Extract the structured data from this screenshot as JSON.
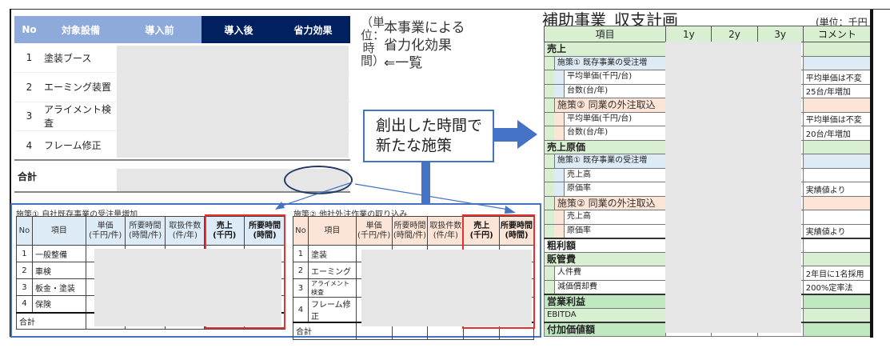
{
  "equipment_table": {
    "headers": [
      "No",
      "対象設備",
      "導入前",
      "導入後",
      "省力効果"
    ],
    "header_colors": [
      "#8eaadb",
      "#8eaadb",
      "#8eaadb",
      "#002060",
      "#002060"
    ],
    "rows": [
      {
        "no": "1",
        "name": "塗装ブース"
      },
      {
        "no": "2",
        "name": "エーミング装置"
      },
      {
        "no": "3",
        "name": "アライメント検査"
      },
      {
        "no": "4",
        "name": "フレーム修正"
      }
    ],
    "total_label": "合計"
  },
  "unit_note": "（単位：時間）",
  "note_lines": [
    "本事業による",
    "省力化効果",
    "⇐一覧"
  ],
  "callout_lines": [
    "創出した時間で",
    "新たな施策"
  ],
  "measure1": {
    "title": "施策①  自社既存事業の受注量増加",
    "headers": [
      "No",
      "項目",
      "単価\n(千円/件)",
      "所要時間\n(時間/件)",
      "取扱件数\n(件/年)",
      "売上\n(千円)",
      "所要時間\n(時間)"
    ],
    "rows": [
      {
        "no": "1",
        "name": "一般整備"
      },
      {
        "no": "2",
        "name": "車検"
      },
      {
        "no": "3",
        "name": "板金・塗装"
      },
      {
        "no": "4",
        "name": "保険"
      }
    ],
    "total_label": "合計",
    "header_bg": "#ddebf7"
  },
  "measure2": {
    "title": "施策②  他社外注作業の取り込み",
    "headers": [
      "No",
      "項目",
      "単価\n(千円/件)",
      "所要時間\n(時間/件)",
      "取扱件数\n(件/年)",
      "売上\n(千円)",
      "所要時間\n(時間)"
    ],
    "rows": [
      {
        "no": "1",
        "name": "塗装"
      },
      {
        "no": "2",
        "name": "エーミング"
      },
      {
        "no": "3",
        "name": "アライメント検査"
      },
      {
        "no": "4",
        "name": "フレーム修正"
      }
    ],
    "total_label": "合計",
    "header_bg": "#fce4d6"
  },
  "plan": {
    "title": "補助事業_収支計画",
    "unit": "(単位：千円",
    "headers": [
      "項目",
      "1y",
      "2y",
      "3y",
      "コメント"
    ],
    "rows": [
      {
        "label": "売上",
        "type": "top",
        "comment": ""
      },
      {
        "label": "施策①  既存事業の受注増",
        "type": "m1",
        "comment": ""
      },
      {
        "label": "平均単価(千円/台)",
        "type": "m1sub",
        "comment": "平均単価は不変"
      },
      {
        "label": "台数(台/年)",
        "type": "m1sub",
        "comment": "25台/年増加"
      },
      {
        "label": "施策②  同業の外注取込",
        "type": "m2",
        "comment": ""
      },
      {
        "label": "平均単価(千円/台)",
        "type": "m2sub",
        "comment": "平均単価は不変"
      },
      {
        "label": "台数(台/年)",
        "type": "m2sub",
        "comment": "20台/年増加"
      },
      {
        "label": "売上原価",
        "type": "top",
        "comment": ""
      },
      {
        "label": "施策①  既存事業の受注増",
        "type": "m1",
        "comment": ""
      },
      {
        "label": "売上高",
        "type": "m1sub",
        "comment": ""
      },
      {
        "label": "原価率",
        "type": "m1sub",
        "comment": "実績値より"
      },
      {
        "label": "施策②  同業の外注取込",
        "type": "m2",
        "comment": ""
      },
      {
        "label": "売上高",
        "type": "m2sub",
        "comment": ""
      },
      {
        "label": "原価率",
        "type": "m2sub",
        "comment": "実績値より"
      },
      {
        "label": "粗利額",
        "type": "white",
        "comment": ""
      },
      {
        "label": "販管費",
        "type": "top",
        "comment": ""
      },
      {
        "label": "人件費",
        "type": "gsub",
        "comment": "2年目に1名採用"
      },
      {
        "label": "減価償却費",
        "type": "gsub",
        "comment": "200%定率法"
      },
      {
        "label": "営業利益",
        "type": "strong",
        "comment": ""
      },
      {
        "label": "EBITDA",
        "type": "light",
        "comment": ""
      },
      {
        "label": "付加価値額",
        "type": "strong",
        "comment": ""
      }
    ]
  },
  "colors": {
    "accent": "#4472c4",
    "red": "#e8302d",
    "green": "#d8efd2",
    "green_strong": "#bfe8c0",
    "blue": "#ddebf7",
    "peach": "#fce4d6",
    "redact": "#e6e6e6"
  }
}
